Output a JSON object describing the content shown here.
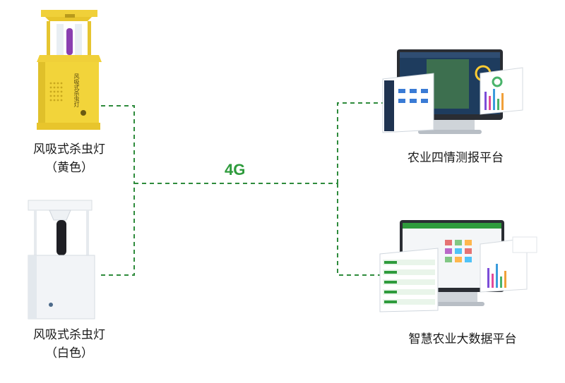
{
  "devices": [
    {
      "name": "风吸式杀虫灯",
      "color": "（黄色）",
      "body_text": "风吸式杀虫灯"
    },
    {
      "name": "风吸式杀虫灯",
      "color": "（白色）"
    }
  ],
  "network": {
    "label": "4G"
  },
  "platforms": [
    {
      "label": "农业四情测报平台"
    },
    {
      "label": "智慧农业大数据平台"
    }
  ],
  "colors": {
    "link": "#2e8b3c",
    "yellow_device": "#f2d43a",
    "white_device": "#f2f4f7",
    "accent_green": "#2e9b3c"
  }
}
